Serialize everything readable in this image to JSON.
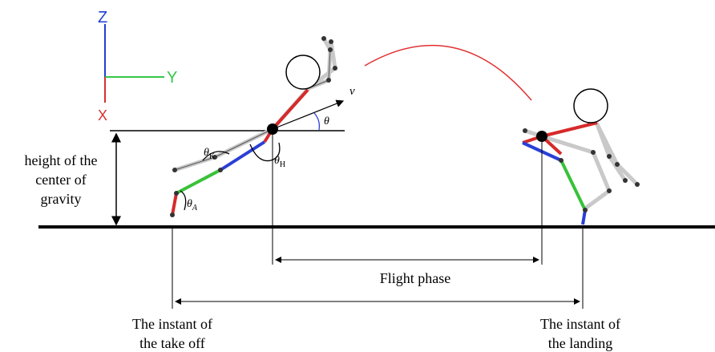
{
  "axes": {
    "z": "Z",
    "y": "Y",
    "x": "X"
  },
  "height_label": [
    "height of the",
    "center of",
    "gravity"
  ],
  "flight_phase": "Flight phase",
  "takeoff_label": [
    "The instant of",
    "the take off"
  ],
  "landing_label": [
    "The instant of",
    "the landing"
  ],
  "angles": {
    "v": "v",
    "theta": "θ",
    "theta_k": "θ",
    "theta_k_sub": "K",
    "theta_h": "θ",
    "theta_h_sub": "H",
    "theta_a": "θ",
    "theta_a_sub": "A"
  },
  "colors": {
    "red": "#d62a2a",
    "blue": "#2a3fd6",
    "green": "#38c238",
    "trajectory": "#e03030",
    "axis_z": "#1f3fd0",
    "axis_y": "#35c84a",
    "axis_x": "#d63030"
  }
}
